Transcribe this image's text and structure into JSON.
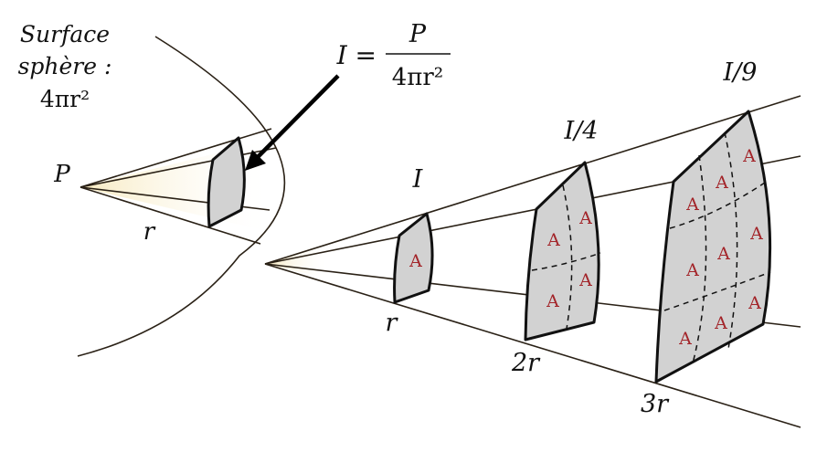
{
  "surface": {
    "line1": "Surface",
    "line2": "sphère :",
    "formula": "4πr²"
  },
  "source_label": "P",
  "radius_label": "r",
  "formula": {
    "lhs": "I =",
    "numerator": "P",
    "denominator": "4πr²"
  },
  "patches": [
    {
      "intensity": "I",
      "distance": "r",
      "area_count": 1,
      "area_letter": "A"
    },
    {
      "intensity": "I/4",
      "distance": "2r",
      "area_count": 4,
      "area_letter": "A"
    },
    {
      "intensity": "I/9",
      "distance": "3r",
      "area_count": 9,
      "area_letter": "A"
    }
  ]
}
